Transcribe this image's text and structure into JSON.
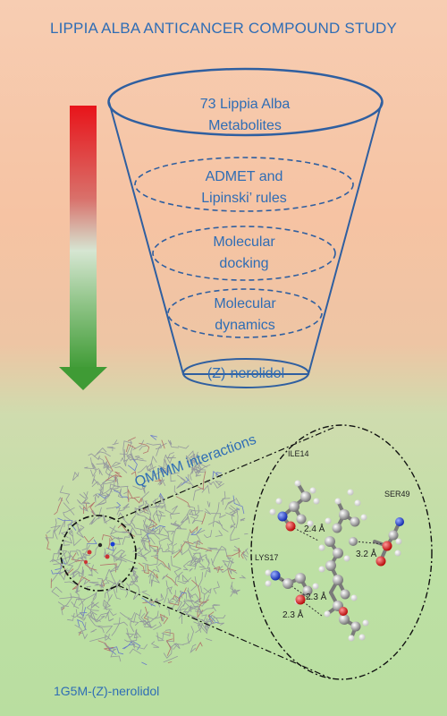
{
  "title": "LIPPIA ALBA ANTICANCER COMPOUND STUDY",
  "funnel": {
    "top": [
      "73 Lippia Alba",
      "Metabolites"
    ],
    "stage1": [
      "ADMET and",
      "Lipinski’ rules"
    ],
    "stage2": [
      "Molecular",
      "docking"
    ],
    "stage3": [
      "Molecular",
      "dynamics"
    ],
    "bottom": "(Z)-nerolidol"
  },
  "interaction_label": "QM/MM interactions",
  "complex_label": "1G5M-(Z)-nerolidol",
  "residues": {
    "ile": "ILE14",
    "ser": "SER49",
    "lys": "LYS17"
  },
  "distances": {
    "d1": "2.4 Å",
    "d2": "3.2 Å",
    "d3": "2.3 Å",
    "d4": "2.3 Å"
  },
  "colors": {
    "accent": "#2f6db5",
    "funnel_stroke": "#2f5fa0",
    "arrow_top": "#e8141a",
    "arrow_bottom": "#3f9b35",
    "oxygen": "#d81a1a",
    "nitrogen": "#1a3fd8"
  }
}
